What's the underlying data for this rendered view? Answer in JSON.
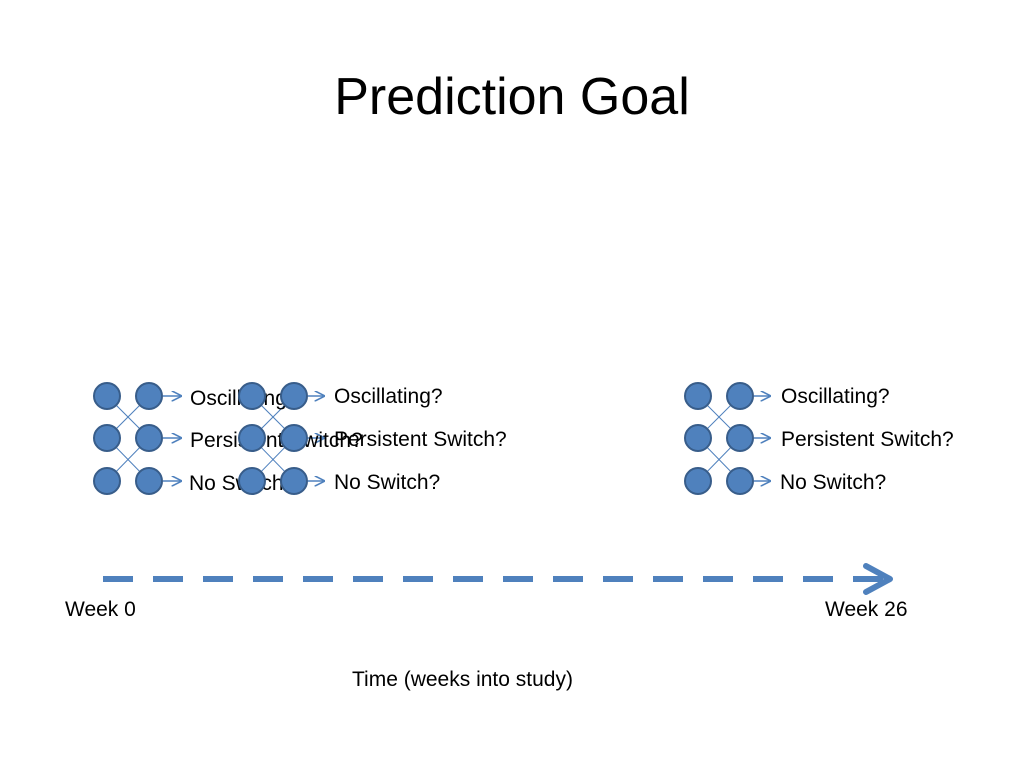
{
  "title": "Prediction Goal",
  "clusters": [
    {
      "outcomes": [
        "Oscillating?",
        "Persistent Switch?",
        "No Switch?"
      ]
    },
    {
      "outcomes": [
        "Oscillating?",
        "Persistent Switch?",
        "No Switch?"
      ]
    },
    {
      "outcomes": [
        "Oscillating?",
        "Persistent Switch?",
        "No Switch?"
      ]
    }
  ],
  "timeline": {
    "start_label": "Week 0",
    "end_label": "Week 26",
    "axis_label": "Time (weeks into study)"
  },
  "colors": {
    "node_fill": "#4f81bd",
    "node_stroke": "#385d8a",
    "arrow": "#4f81bd"
  }
}
